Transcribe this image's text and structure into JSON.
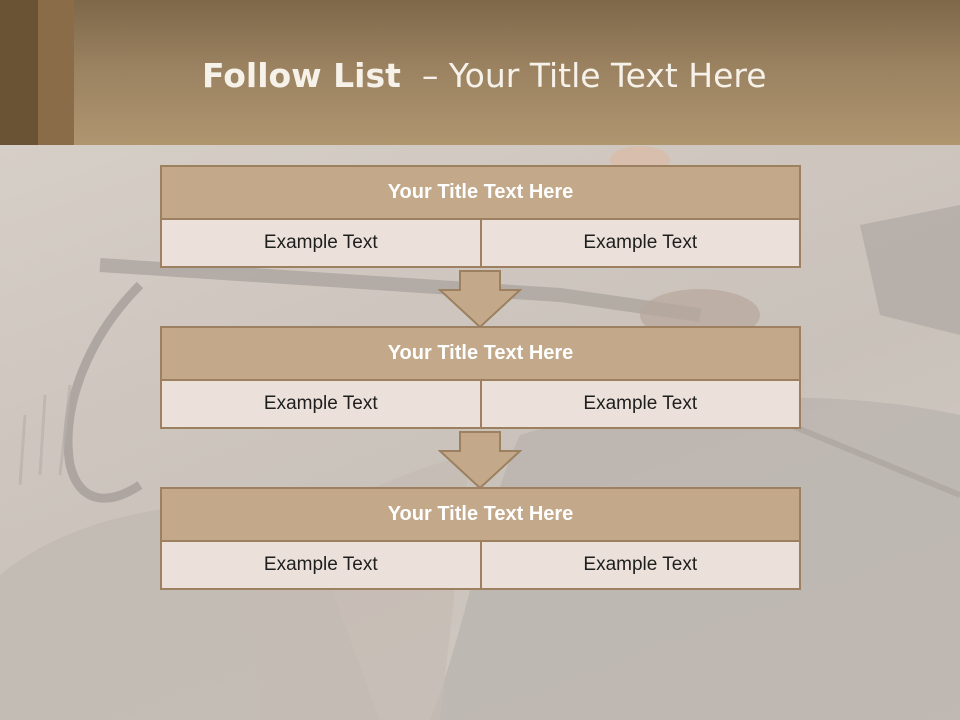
{
  "slide": {
    "title_bold": "Follow List",
    "title_rest": "– Your Title Text Here"
  },
  "colors": {
    "header": "#9a8160",
    "box_title": "#c3a98a",
    "box_border": "#9c8060",
    "cell_fill": "#ebe1da"
  },
  "blocks": [
    {
      "title": "Your Title Text Here",
      "left": "Example Text",
      "right": "Example Text"
    },
    {
      "title": "Your Title Text Here",
      "left": "Example Text",
      "right": "Example Text"
    },
    {
      "title": "Your Title Text Here",
      "left": "Example Text",
      "right": "Example Text"
    }
  ],
  "arrows": [
    "down-arrow",
    "down-arrow"
  ]
}
